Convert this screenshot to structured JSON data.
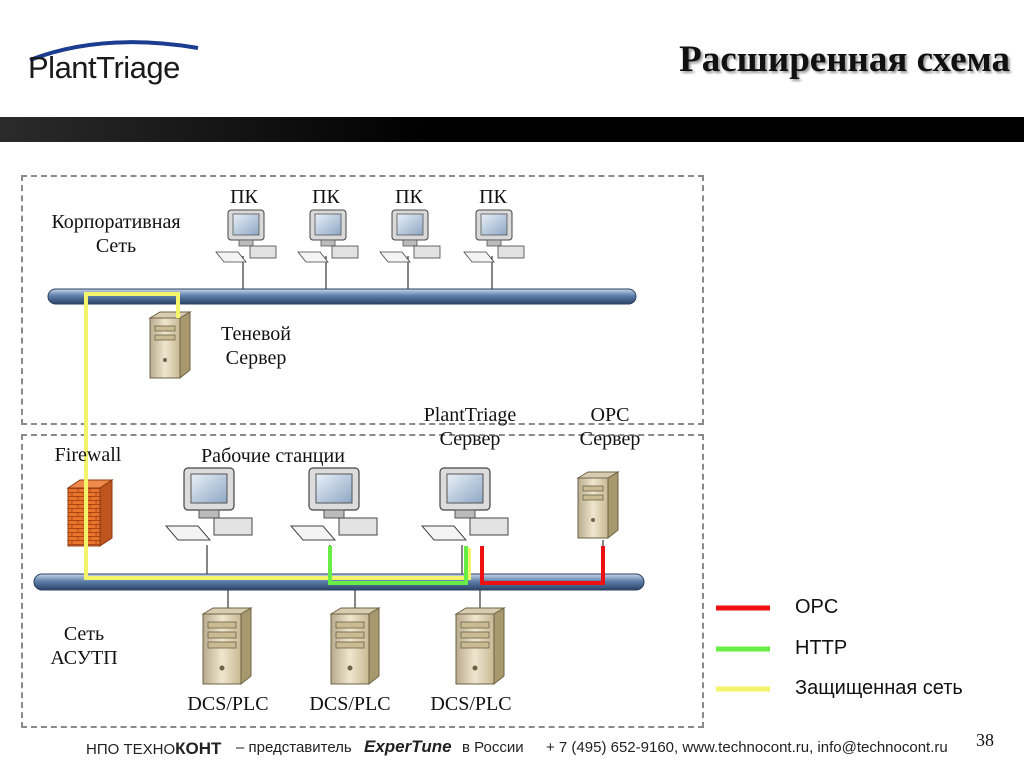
{
  "header": {
    "logo_text": "PlantTriage",
    "title": "Расширенная схема"
  },
  "corporate": {
    "label_line1": "Корпоративная",
    "label_line2": "Сеть",
    "pc_labels": [
      "ПК",
      "ПК",
      "ПК",
      "ПК"
    ],
    "shadow_server_line1": "Теневой",
    "shadow_server_line2": "Сервер"
  },
  "control": {
    "firewall_label": "Firewall",
    "workstations_label": "Рабочие станции",
    "planttriage_server_line1": "PlantTriage",
    "planttriage_server_line2": "Сервер",
    "opc_server_line1": "OPC",
    "opc_server_line2": "Сервер",
    "network_line1": "Сеть",
    "network_line2": "АСУТП",
    "dcs_labels": [
      "DCS/PLC",
      "DCS/PLC",
      "DCS/PLC"
    ]
  },
  "legend": {
    "items": [
      {
        "label": "OPC",
        "color": "#ee1111"
      },
      {
        "label": "HTTP",
        "color": "#66ee44"
      },
      {
        "label": "Защищенная сеть",
        "color": "#f4f46a"
      }
    ]
  },
  "footer": {
    "company_prefix": "НПО ТЕХНО",
    "company_bold": "КОНТ",
    "represent": "– представитель",
    "brand": "ExperTune",
    "region": "в России",
    "contacts": "+ 7 (495) 652-9160, www.technocont.ru, info@technocont.ru",
    "page_number": "38"
  }
}
